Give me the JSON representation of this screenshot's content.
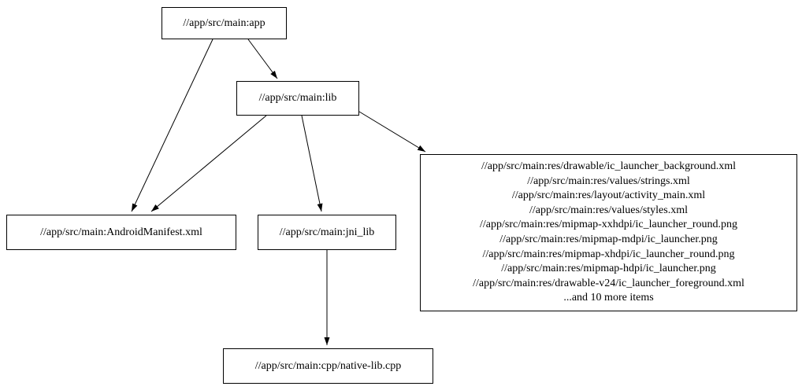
{
  "diagram": {
    "type": "dependency-graph",
    "colors": {
      "background": "#ffffff",
      "node_border": "#000000",
      "edge": "#000000",
      "text": "#000000"
    },
    "nodes": {
      "app": {
        "label": "//app/src/main:app"
      },
      "lib": {
        "label": "//app/src/main:lib"
      },
      "manifest": {
        "label": "//app/src/main:AndroidManifest.xml"
      },
      "jni_lib": {
        "label": "//app/src/main:jni_lib"
      },
      "cpp": {
        "label": "//app/src/main:cpp/native-lib.cpp"
      },
      "res": {
        "lines": [
          "//app/src/main:res/drawable/ic_launcher_background.xml",
          "//app/src/main:res/values/strings.xml",
          "//app/src/main:res/layout/activity_main.xml",
          "//app/src/main:res/values/styles.xml",
          "//app/src/main:res/mipmap-xxhdpi/ic_launcher_round.png",
          "//app/src/main:res/mipmap-mdpi/ic_launcher.png",
          "//app/src/main:res/mipmap-xhdpi/ic_launcher_round.png",
          "//app/src/main:res/mipmap-hdpi/ic_launcher.png",
          "//app/src/main:res/drawable-v24/ic_launcher_foreground.xml",
          "...and 10 more items"
        ]
      }
    },
    "edges": [
      {
        "from": "//app/src/main:app",
        "to": "//app/src/main:lib"
      },
      {
        "from": "//app/src/main:app",
        "to": "//app/src/main:AndroidManifest.xml"
      },
      {
        "from": "//app/src/main:lib",
        "to": "//app/src/main:AndroidManifest.xml"
      },
      {
        "from": "//app/src/main:lib",
        "to": "//app/src/main:jni_lib"
      },
      {
        "from": "//app/src/main:lib",
        "to": "//app/src/main:res (group)"
      },
      {
        "from": "//app/src/main:jni_lib",
        "to": "//app/src/main:cpp/native-lib.cpp"
      }
    ]
  }
}
